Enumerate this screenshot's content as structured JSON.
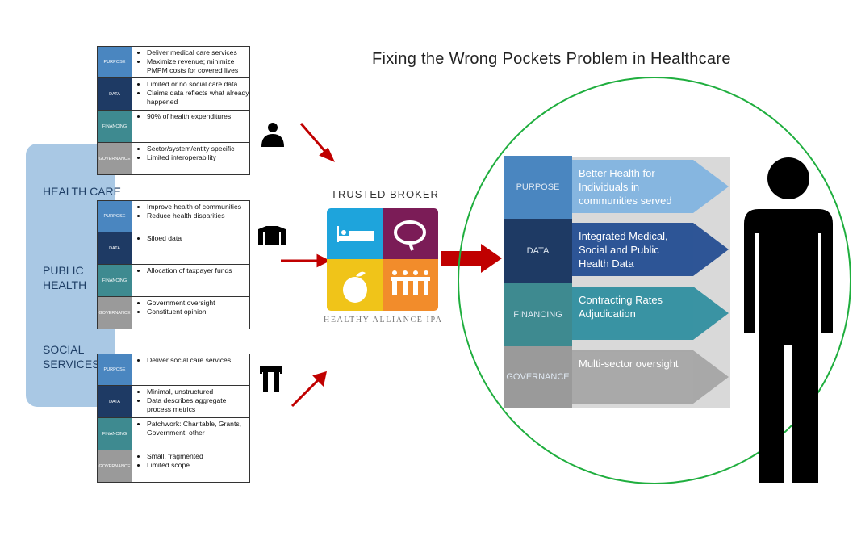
{
  "title": "Fixing the Wrong Pockets Problem in Healthcare",
  "sectors": [
    "HEALTH CARE",
    "PUBLIC HEALTH",
    "SOCIAL SERVICES"
  ],
  "row_labels": [
    "PURPOSE",
    "DATA",
    "FINANCING",
    "GOVERNANCE"
  ],
  "row_colors": [
    "#4a86c0",
    "#1e3a64",
    "#3e8a90",
    "#9a9a9a"
  ],
  "blocks": [
    {
      "rows": [
        [
          "Deliver medical care services",
          "Maximize revenue; minimize PMPM costs for covered lives"
        ],
        [
          "Limited or no social care data",
          "Claims data reflects what already happened"
        ],
        [
          "90% of health expenditures"
        ],
        [
          "Sector/system/entity specific",
          "Limited interoperability"
        ]
      ]
    },
    {
      "rows": [
        [
          "Improve health of communities",
          "Reduce health disparities"
        ],
        [
          "Siloed data"
        ],
        [
          "Allocation of taxpayer funds"
        ],
        [
          "Government oversight",
          "Constituent opinion"
        ]
      ]
    },
    {
      "rows": [
        [
          "Deliver social care services"
        ],
        [
          "Minimal, unstructured",
          "Data describes aggregate process metrics"
        ],
        [
          "Patchwork: Charitable, Grants, Government, other"
        ],
        [
          "Small, fragmented",
          "Limited scope"
        ]
      ]
    }
  ],
  "broker": {
    "label": "TRUSTED BROKER",
    "logo_name": "HEALTHY ALLIANCE IPA",
    "logo_colors": [
      "#1ea4dc",
      "#7b1c57",
      "#f0c419",
      "#f28c2b"
    ]
  },
  "outcome": [
    {
      "label": "PURPOSE",
      "text": "Better Health for Individuals in communities served",
      "color": "#4a86c0",
      "arrow": "#86b6e0"
    },
    {
      "label": "DATA",
      "text": "Integrated Medical, Social and Public Health Data",
      "color": "#1e3a64",
      "arrow": "#2e5596"
    },
    {
      "label": "FINANCING",
      "text": "Contracting Rates Adjudication",
      "color": "#3e8a90",
      "arrow": "#3a93a3"
    },
    {
      "label": "GOVERNANCE",
      "text": "Multi-sector oversight",
      "color": "#9a9a9a",
      "arrow": "#a8a8a8"
    }
  ],
  "colors": {
    "arrow_red": "#c00000",
    "circle": "#1fae3e",
    "silhouette": "#000000"
  }
}
